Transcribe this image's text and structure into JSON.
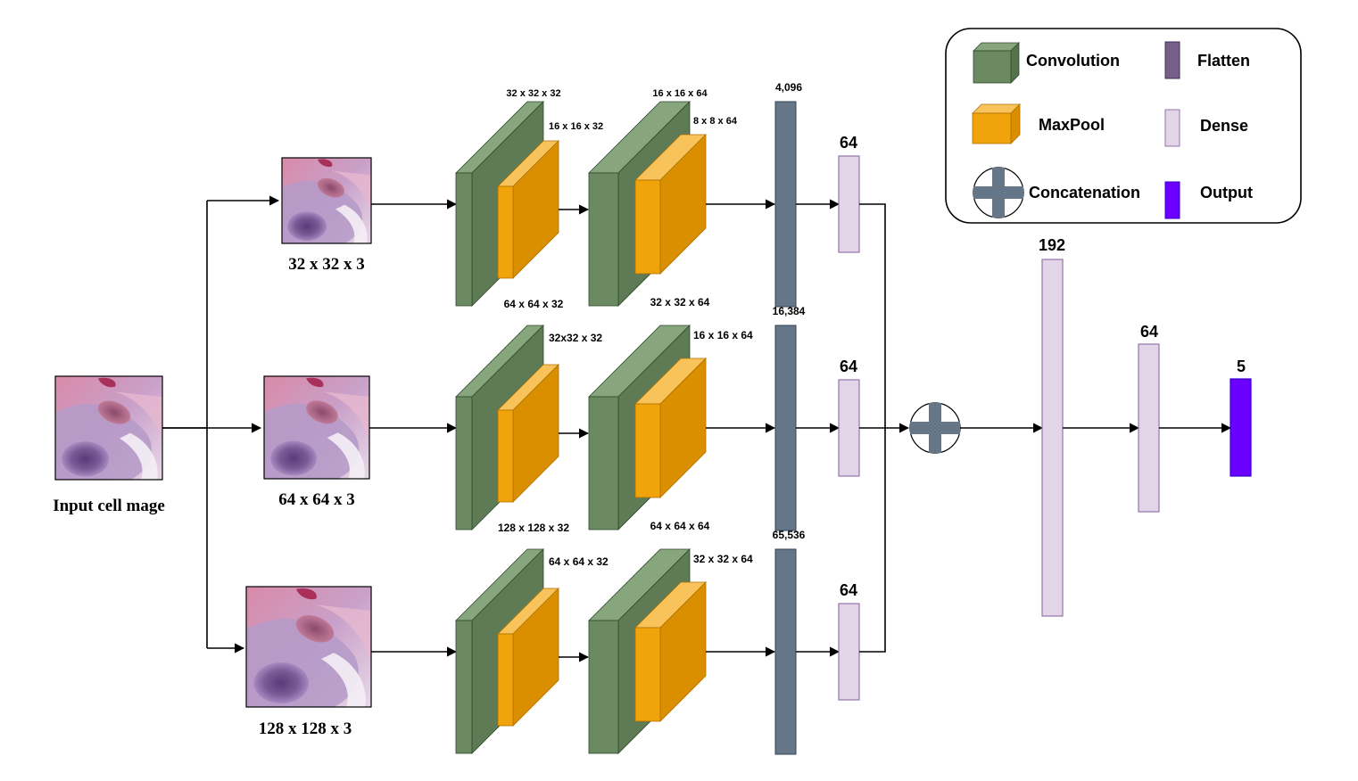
{
  "colors": {
    "convolution": "#6b8a62",
    "maxpool": "#f0a30a",
    "flatten": "#647687",
    "dense": "#e1d5e7",
    "output": "#6a00ff"
  },
  "legend": {
    "convolution": "Convolution",
    "maxpool": "MaxPool",
    "concatenation": "Concatenation",
    "flatten": "Flatten",
    "dense": "Dense",
    "output": "Output"
  },
  "input": {
    "label": "Input cell mage"
  },
  "branches": [
    {
      "image_label": "32 x 32 x 3",
      "conv1": "32 x 32 x 32",
      "pool1": "16 x 16 x 32",
      "conv2": "16 x 16 x 64",
      "pool2": "8 x 8 x 64",
      "flatten": "4,096",
      "dense": "64"
    },
    {
      "image_label": "64 x 64 x 3",
      "conv1": "64 x 64 x 32",
      "pool1": "32x32 x 32",
      "conv2": "32 x 32 x 64",
      "pool2": "16 x 16 x 64",
      "flatten": "16,384",
      "dense": "64"
    },
    {
      "image_label": "128 x 128 x 3",
      "conv1": "128 x 128 x 32",
      "pool1": "64 x 64 x 32",
      "conv2": "64 x 64 x 64",
      "pool2": "32 x 32 x 64",
      "flatten": "65,536",
      "dense": "64"
    }
  ],
  "head": {
    "dense1": "192",
    "dense2": "64",
    "output": "5"
  }
}
